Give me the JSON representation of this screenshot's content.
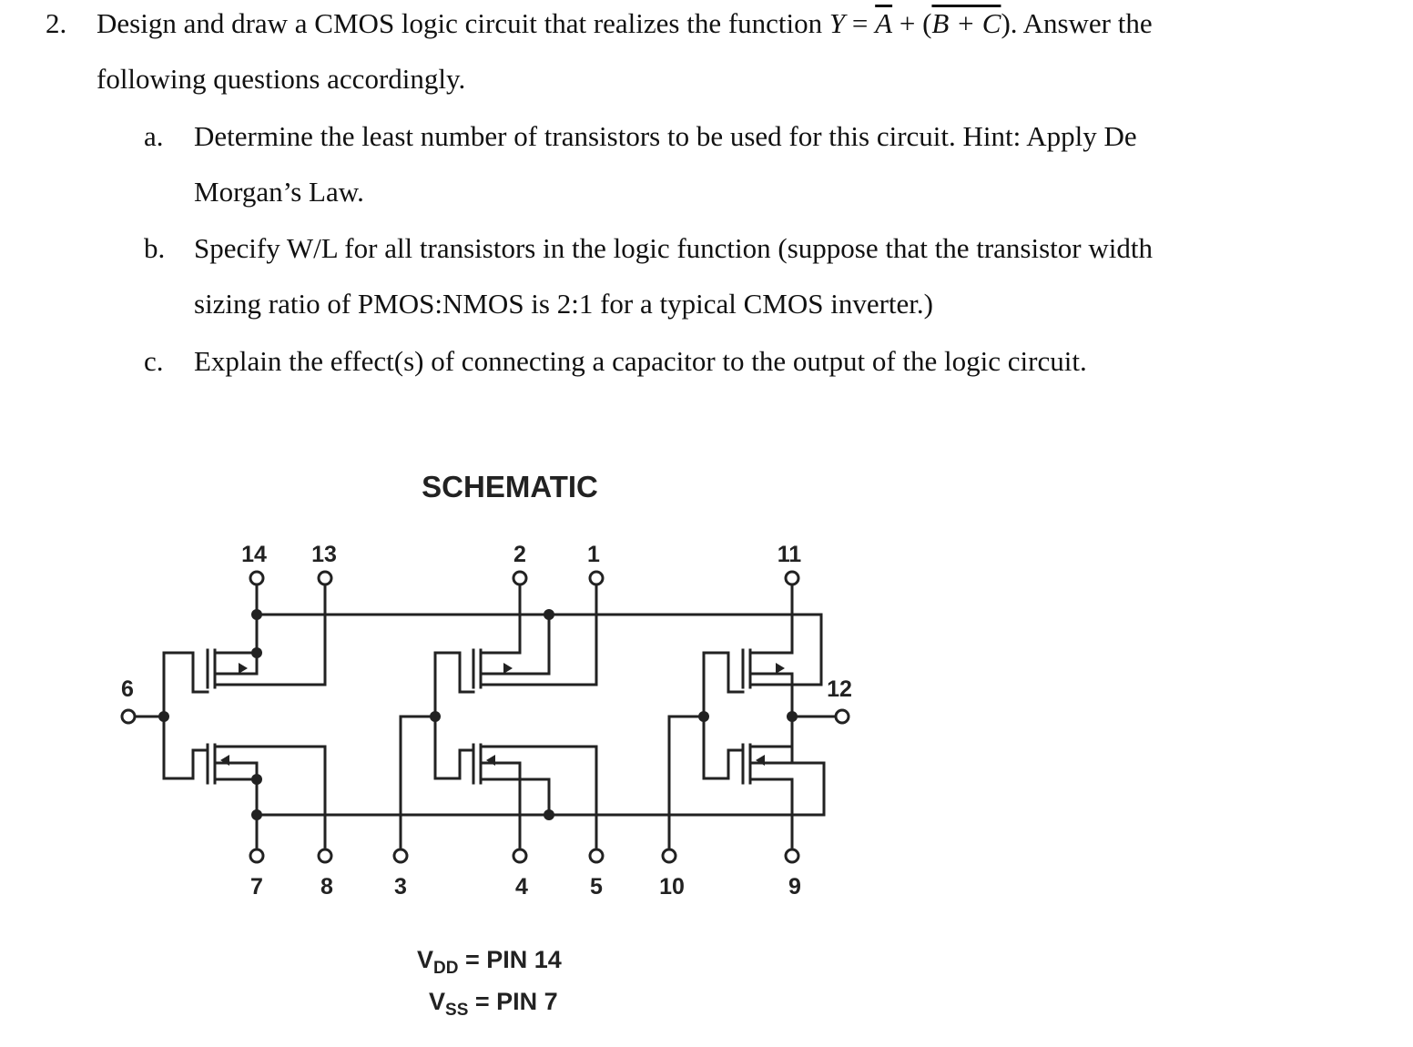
{
  "question": {
    "number": "2.",
    "intro_pre": "Design and draw a CMOS logic circuit that realizes the function ",
    "y": "Y",
    "eq": " = ",
    "a": "A",
    "plus": " + ",
    "open": "(",
    "bc": "B + C",
    "close": ")",
    "intro_post": ". Answer the",
    "line2": "following questions accordingly.",
    "items": [
      {
        "marker": "a.",
        "line1": "Determine the least number of transistors to be used for this circuit. Hint: Apply De",
        "line2": "Morgan’s Law."
      },
      {
        "marker": "b.",
        "line1": "Specify W/L for all transistors in the logic function (suppose that the transistor width",
        "line2": "sizing ratio of PMOS:NMOS is 2:1 for a typical CMOS inverter.)"
      },
      {
        "marker": "c.",
        "line1": "Explain the effect(s) of connecting a capacitor to the output of the logic circuit."
      }
    ]
  },
  "schematic": {
    "title": "SCHEMATIC",
    "top_pins": [
      "14",
      "13",
      "2",
      "1",
      "11"
    ],
    "bottom_pins": [
      "7",
      "8",
      "3",
      "4",
      "5",
      "10",
      "9"
    ],
    "side_pins": [
      "6",
      "12"
    ],
    "vdd_label": "V",
    "vdd_sub": "DD",
    "vdd_rest": " = PIN 14",
    "vss_label": "V",
    "vss_sub": "SS",
    "vss_rest": " = PIN 7"
  }
}
